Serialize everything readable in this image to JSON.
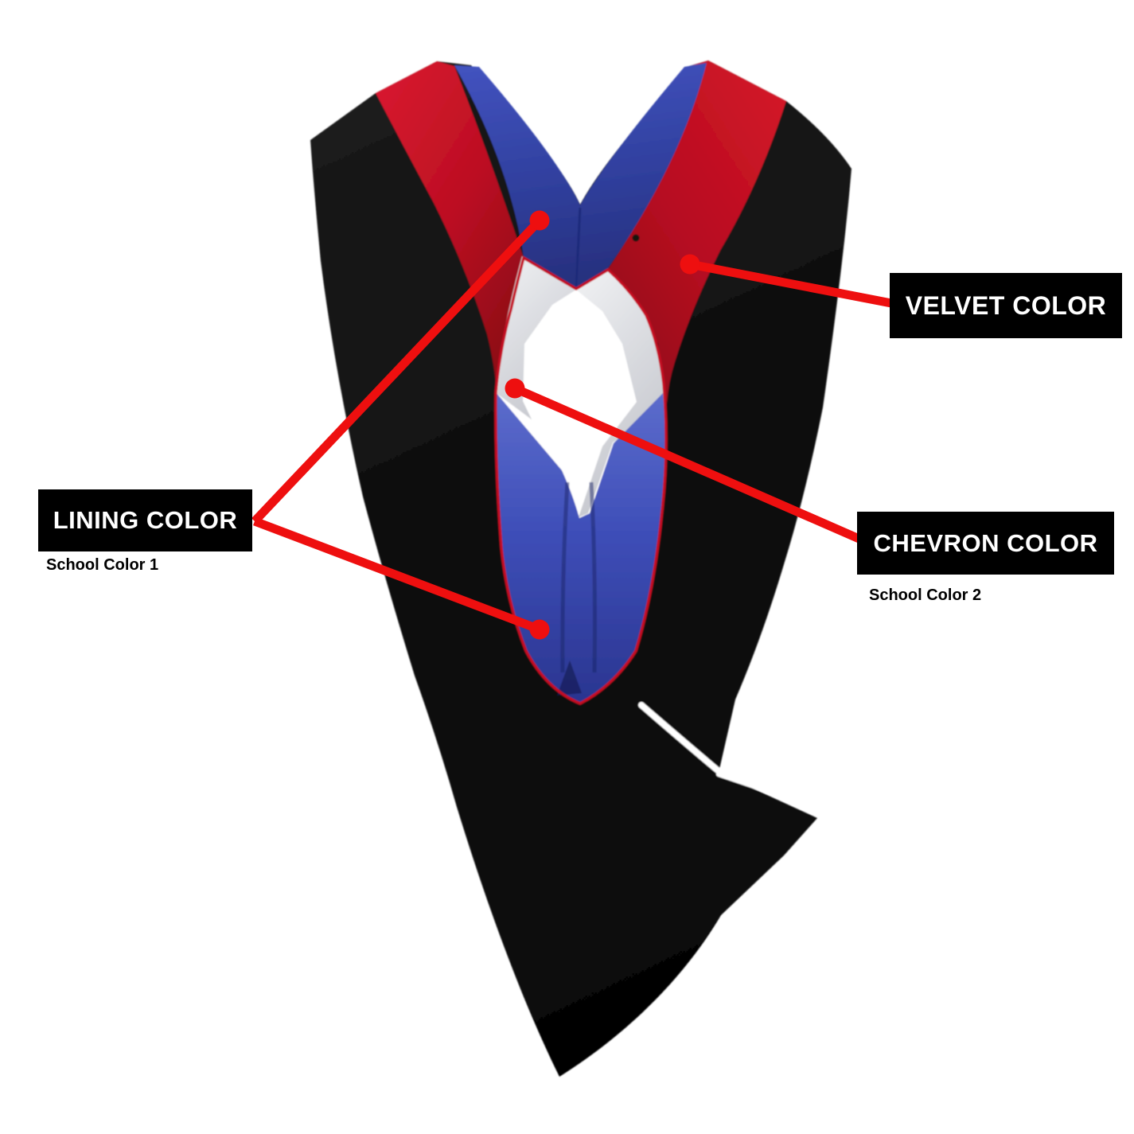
{
  "colors": {
    "background": "#ffffff",
    "annotation_red": "#ee0f0f",
    "label_bg": "#000000",
    "label_text": "#ffffff",
    "sublabel_text": "#000000",
    "shell_black": "#0d0d0d",
    "velvet_red": "#c01124",
    "neckband_blue": "#3444ab",
    "lining_blue": "#3c4cb4",
    "chevron_white": "#dfe1e6",
    "piping_red": "#c40e20"
  },
  "callouts": {
    "velvet": {
      "label": "VELVET COLOR"
    },
    "lining": {
      "label": "LINING COLOR",
      "sublabel": "School Color 1"
    },
    "chevron": {
      "label": "CHEVRON COLOR",
      "sublabel": "School Color 2"
    }
  }
}
